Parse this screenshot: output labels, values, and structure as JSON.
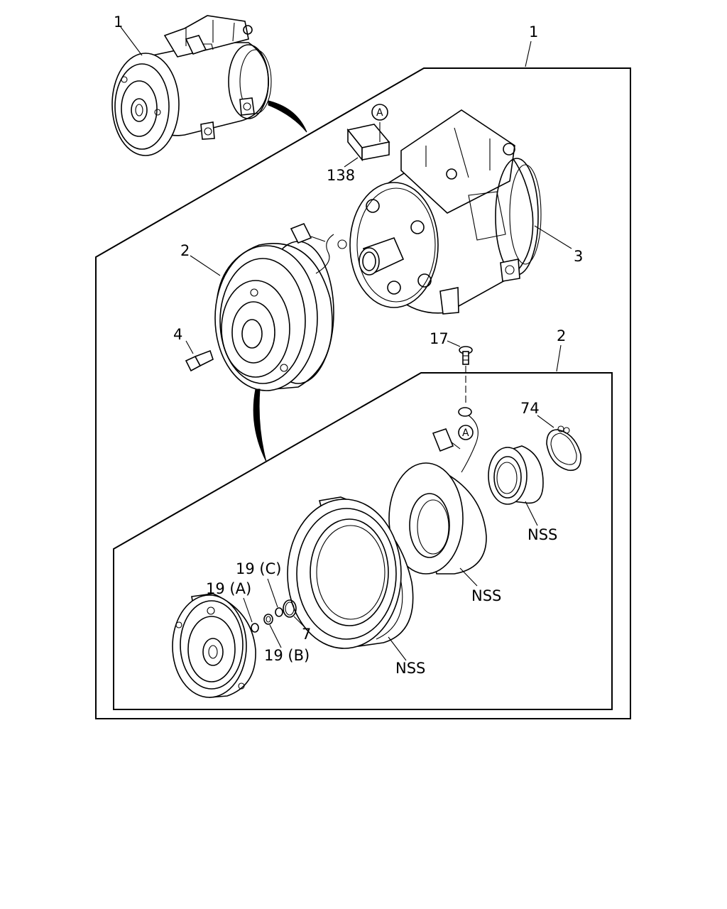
{
  "callouts": {
    "assy_top": "1",
    "assy_frame": "1",
    "sensor_block": "138",
    "circle_a_top": "A",
    "compressor_body": "3",
    "clutch_assy": "2",
    "bolt": "4",
    "screw": "17",
    "clutch_frame": "2",
    "circle_a_wire": "A",
    "snap_ring": "74",
    "bearing_nss": "NSS",
    "coil_nss": "NSS",
    "pulley_nss": "NSS",
    "shim_a": "19 (A)",
    "shim_b": "19 (B)",
    "shim_c": "19 (C)",
    "ring_7": "7"
  }
}
